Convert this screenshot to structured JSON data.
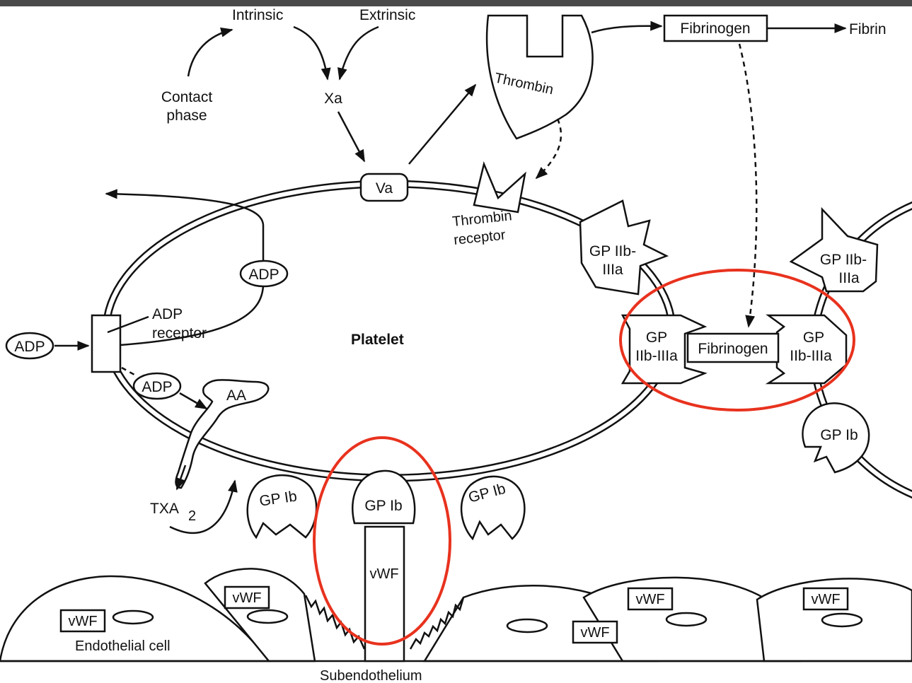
{
  "colors": {
    "highlight": "#e8321e",
    "ink": "#111111",
    "top_bar": "#4a4a4a"
  },
  "cascade": {
    "intrinsic": "Intrinsic",
    "extrinsic": "Extrinsic",
    "contact_line1": "Contact",
    "contact_line2": "phase",
    "xa": "Xa",
    "va": "Va",
    "thrombin": "Thrombin",
    "thrombin_receptor_line1": "Thrombin",
    "thrombin_receptor_line2": "receptor",
    "fibrinogen": "Fibrinogen",
    "fibrin": "Fibrin"
  },
  "platelet": {
    "label": "Platelet",
    "adp": "ADP",
    "adp_receptor_line1": "ADP",
    "adp_receptor_line2": "receptor",
    "aa": "AA",
    "txa": "TXA",
    "txa_sub": "2",
    "gp_ib": "GP Ib",
    "gp_iib_iiia_line1": "GP IIb-",
    "gp_iib_iiia_line2": "IIIa",
    "gp": "GP",
    "iib_iiia": "IIb-IIIa",
    "bridge_fibrinogen": "Fibrinogen"
  },
  "vessel": {
    "vwf": "vWF",
    "endothelial_cell": "Endothelial cell",
    "subendothelium": "Subendothelium"
  }
}
